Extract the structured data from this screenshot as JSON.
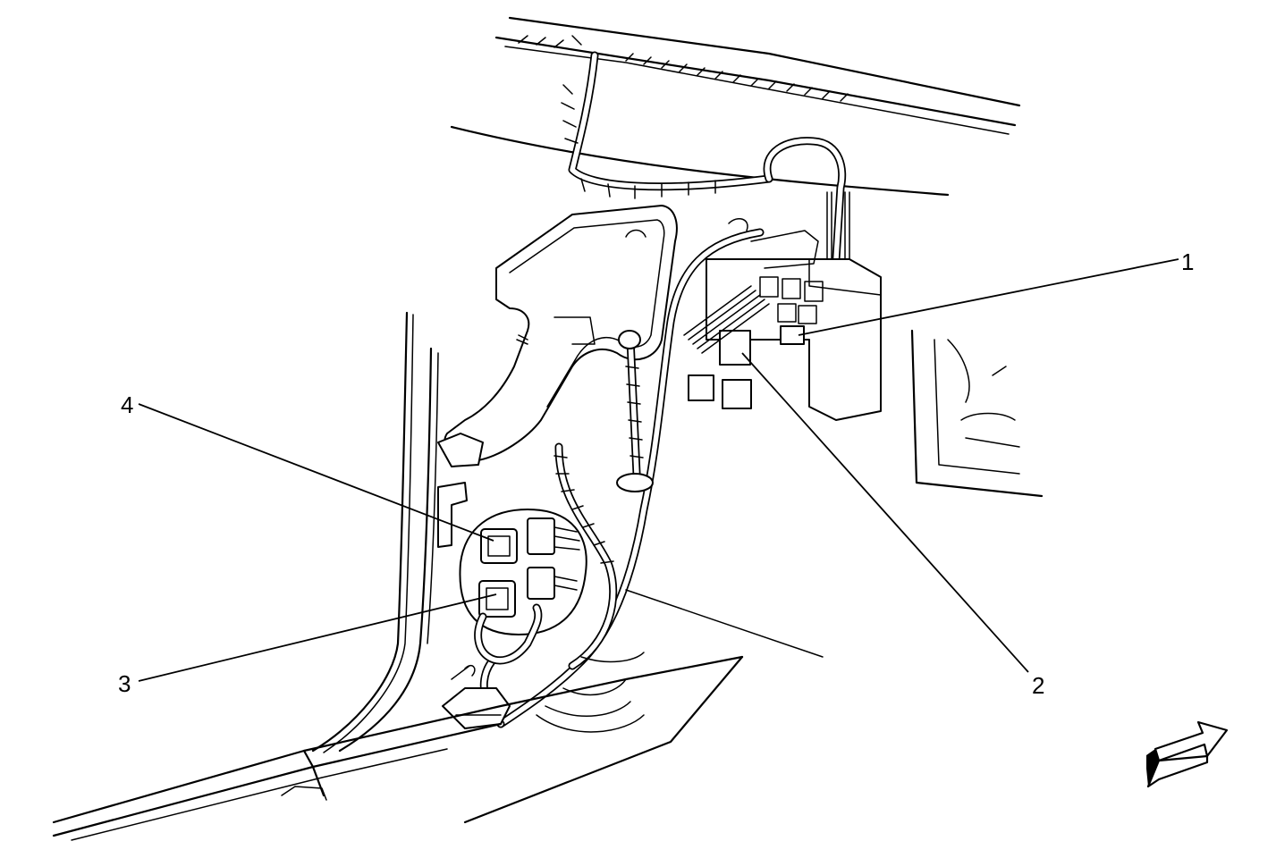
{
  "callouts": [
    {
      "id": "1",
      "label": "1"
    },
    {
      "id": "2",
      "label": "2"
    },
    {
      "id": "3",
      "label": "3"
    },
    {
      "id": "4",
      "label": "4"
    }
  ],
  "direction_arrow": {
    "icon": "front-direction-arrow-icon"
  },
  "line_color": "#000000",
  "background_color": "#ffffff"
}
